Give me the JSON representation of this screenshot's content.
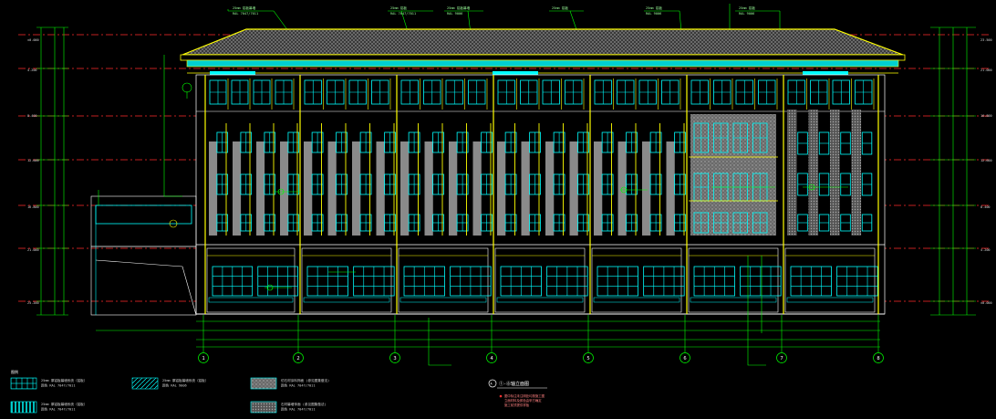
{
  "drawing": {
    "grid_axes": [
      "1",
      "2",
      "3",
      "4",
      "5",
      "6",
      "7",
      "8"
    ],
    "legend_heading": "图例",
    "legend_items": [
      {
        "swatch": "grid-cyan",
        "lines": [
          "25mm  厚铝板幕墙系统（铝板）",
          "颜色  RAL  7047/7011"
        ]
      },
      {
        "swatch": "hatch-cyan",
        "lines": [
          "25mm  厚铝板幕墙系统（铝板）",
          "颜色  RAL  9006"
        ]
      },
      {
        "swatch": "dots-gray",
        "lines": [
          "仿石材涂料饰面  (参见图集做法)",
          "颜色  RAL  7047/7011"
        ]
      },
      {
        "swatch": "stripes-cyan",
        "lines": [
          "25mm  厚铝板幕墙系统（铝板）",
          "颜色  RAL  7047/7011"
        ]
      },
      {
        "swatch": "dots-dark",
        "lines": [
          "石材幕墙饰面  (参见图集做法)",
          "颜色  RAL  7047/7011"
        ]
      }
    ],
    "title_label": "①-⑧轴立面图",
    "notes": [
      "图中标注未注明处均按施工图",
      "立面材料及颜色由甲方确定",
      "施工前须提供样板"
    ],
    "colors": {
      "cyan": "#00ffff",
      "yellow": "#ffff00",
      "green": "#00ff00",
      "red": "#ff3030",
      "white": "#ffffff",
      "gray": "#8a8a8a"
    }
  }
}
